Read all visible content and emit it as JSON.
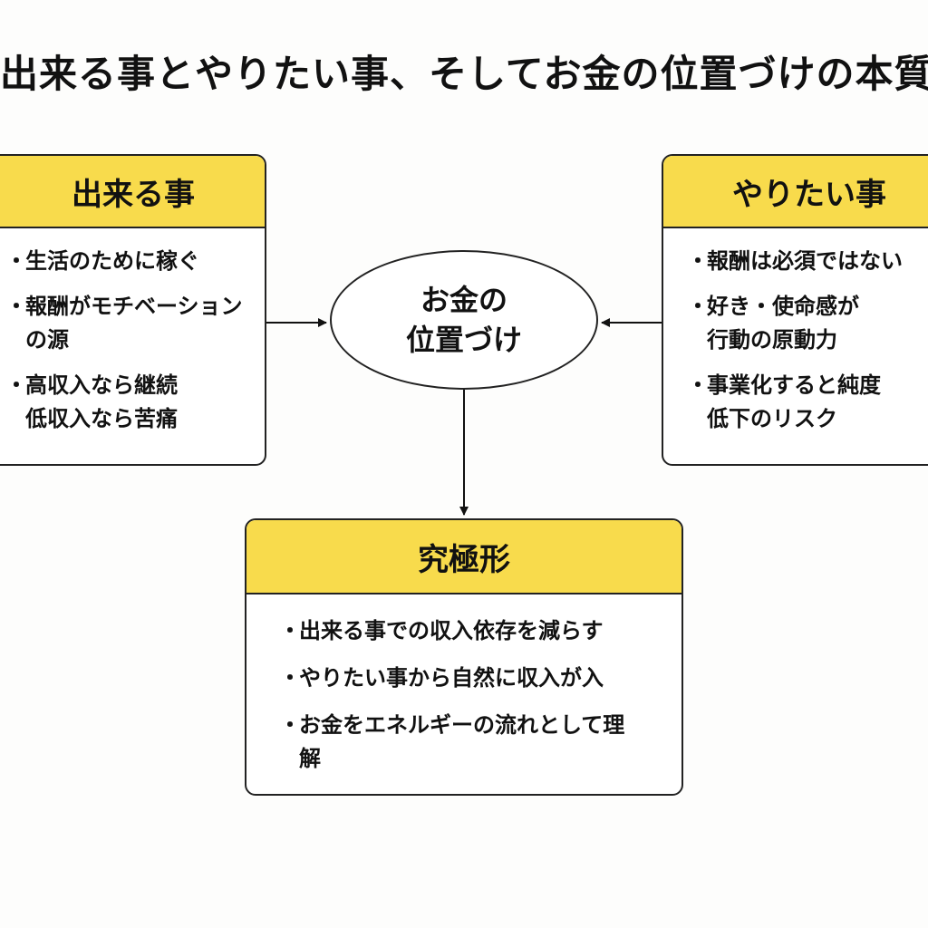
{
  "title": "出来る事とやりたい事、そしてお金の位置づけの本質",
  "left_card": {
    "heading": "出来る事",
    "items": [
      "生活のために稼ぐ",
      "報酬がモチベーション\nの源",
      "高収入なら継続\n低収入なら苦痛"
    ]
  },
  "right_card": {
    "heading": "やりたい事",
    "items": [
      "報酬は必須ではない",
      "好き・使命感が\n行動の原動力",
      "事業化すると純度\n低下のリスク"
    ]
  },
  "center": {
    "label": "お金の\n位置づけ"
  },
  "bottom_card": {
    "heading": "究極形",
    "items": [
      "出来る事での収入依存を減らす",
      "やりたい事から自然に収入が入",
      "お金をエネルギーの流れとして理\n解"
    ]
  },
  "bullet_symbol": "・",
  "colors": {
    "header_fill": "#f8db4c",
    "border": "#222222",
    "background": "#fdfdfc"
  }
}
